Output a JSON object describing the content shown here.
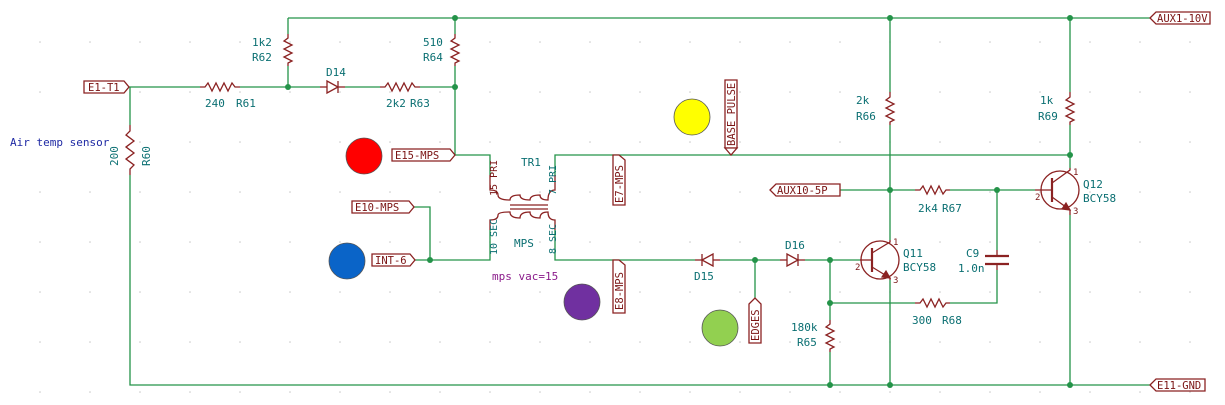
{
  "net_labels": {
    "e1_t1": "E1-T1",
    "e15_mps": "E15-MPS",
    "e10_mps": "E10-MPS",
    "int_6": "INT-6",
    "e7_mps": "E7-MPS",
    "e8_mps": "E8-MPS",
    "base_pulse": "BASE_PULSE",
    "edges": "EDGES",
    "aux10_5p": "AUX10-5P",
    "aux1_10v": "AUX1-10V",
    "e11_gnd": "E11-GND"
  },
  "notes": {
    "air_temp": "Air temp sensor",
    "mps_vac": "mps vac=15"
  },
  "components": {
    "r62": {
      "value": "1k2",
      "ref": "R62"
    },
    "r64": {
      "value": "510",
      "ref": "R64"
    },
    "r61": {
      "value": "240",
      "ref": "R61"
    },
    "d14": {
      "ref": "D14"
    },
    "r63": {
      "value": "2k2",
      "ref": "R63"
    },
    "r60": {
      "value": "200",
      "ref": "R60"
    },
    "tr1": {
      "ref": "TR1",
      "value": "MPS",
      "p15": "15 PRI",
      "p7": "7 PRI",
      "p10": "10 SEC",
      "p8": "8 SEC"
    },
    "d15": {
      "ref": "D15"
    },
    "d16": {
      "ref": "D16"
    },
    "r66": {
      "value": "2k",
      "ref": "R66"
    },
    "r69": {
      "value": "1k",
      "ref": "R69"
    },
    "r67": {
      "value": "2k4",
      "ref": "R67"
    },
    "r68": {
      "value": "300",
      "ref": "R68"
    },
    "r65": {
      "value": "180k",
      "ref": "R65"
    },
    "c9": {
      "ref": "C9",
      "value": "1.0n"
    },
    "q11": {
      "ref": "Q11",
      "value": "BCY58"
    },
    "q12": {
      "ref": "Q12",
      "value": "BCY58"
    }
  },
  "pins": {
    "q_b": "2",
    "q_c": "1",
    "q_e": "3"
  },
  "markers": [
    {
      "name": "red",
      "color": "#ff0000"
    },
    {
      "name": "blue",
      "color": "#0a64c8"
    },
    {
      "name": "yellow",
      "color": "#ffff00"
    },
    {
      "name": "purple",
      "color": "#7030a0"
    },
    {
      "name": "green",
      "color": "#92d050"
    }
  ],
  "colors": {
    "wire": "#249349",
    "component": "#8b2222",
    "label": "#0a6f72"
  }
}
